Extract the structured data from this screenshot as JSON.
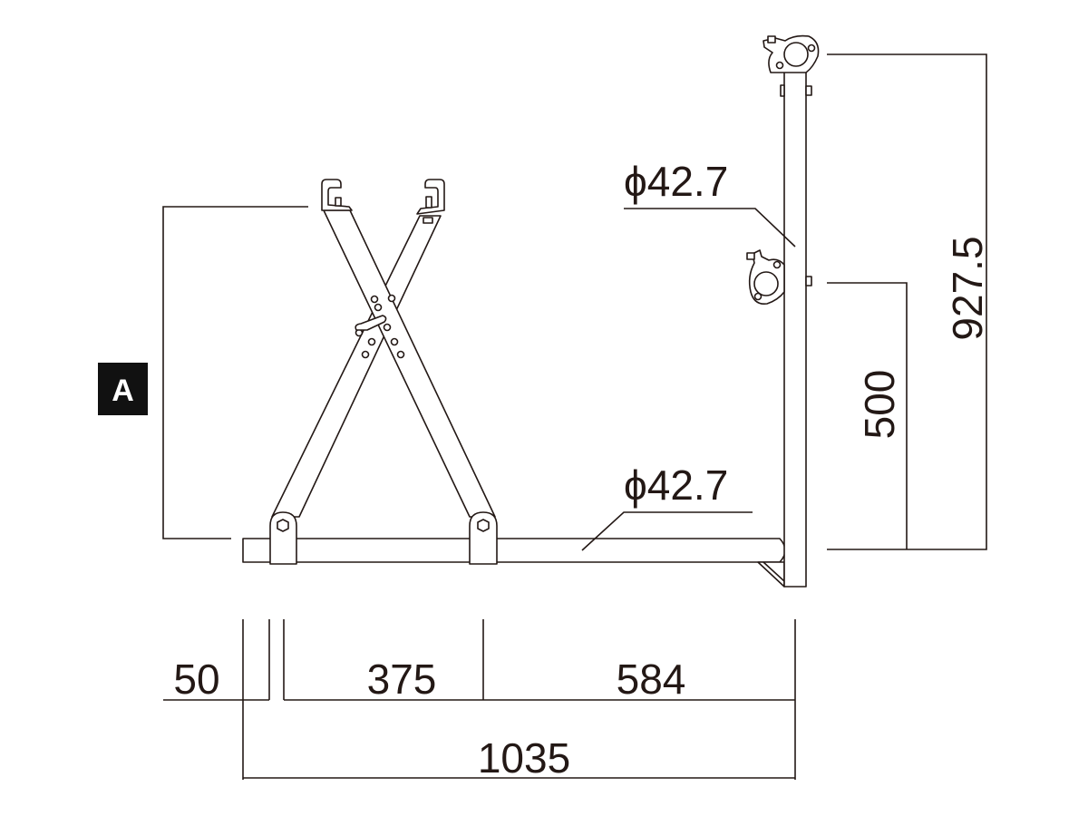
{
  "label": "A",
  "dimensions": {
    "pipe_top": "ϕ42.7",
    "pipe_bottom": "ϕ42.7",
    "height_total": "927.5",
    "height_clamp": "500",
    "offset": "50",
    "seg1": "375",
    "seg2": "584",
    "total_length": "1035"
  },
  "colors": {
    "line": "#231815",
    "label_bg": "#111111"
  }
}
